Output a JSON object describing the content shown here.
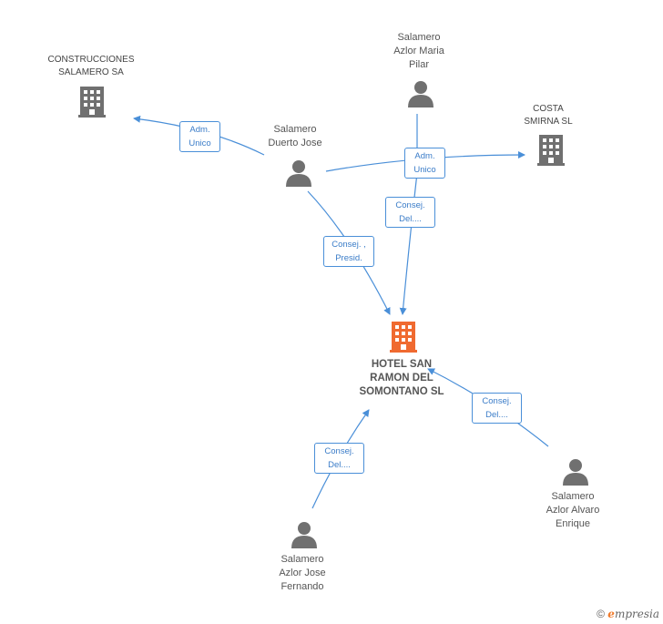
{
  "nodes": {
    "construcciones": {
      "line1": "CONSTRUCCIONES",
      "line2": "SALAMERO SA"
    },
    "maria_pilar": {
      "line1": "Salamero",
      "line2": "Azlor Maria",
      "line3": "Pilar"
    },
    "costa": {
      "line1": "COSTA",
      "line2": "SMIRNA SL"
    },
    "duerto": {
      "line1": "Salamero",
      "line2": "Duerto Jose"
    },
    "hotel": {
      "line1": "HOTEL SAN",
      "line2": "RAMON DEL",
      "line3": "SOMONTANO SL"
    },
    "alvaro": {
      "line1": "Salamero",
      "line2": "Azlor Alvaro",
      "line3": "Enrique"
    },
    "jose_fernando": {
      "line1": "Salamero",
      "line2": "Azlor Jose",
      "line3": "Fernando"
    }
  },
  "roles": {
    "adm_unico_1": {
      "line1": "Adm.",
      "line2": "Unico"
    },
    "adm_unico_2": {
      "line1": "Adm.",
      "line2": "Unico"
    },
    "consej_del_1": {
      "line1": "Consej.",
      "line2": "Del...."
    },
    "consej_presid": {
      "line1": "Consej. ,",
      "line2": "Presid."
    },
    "consej_del_2": {
      "line1": "Consej.",
      "line2": "Del...."
    },
    "consej_del_3": {
      "line1": "Consej.",
      "line2": "Del...."
    }
  },
  "brand": {
    "copyright": "©",
    "e": "e",
    "rest": "mpresia"
  },
  "colors": {
    "edge": "#4a8fd8",
    "person": "#707070",
    "building": "#707070",
    "main_building": "#f06a30"
  }
}
